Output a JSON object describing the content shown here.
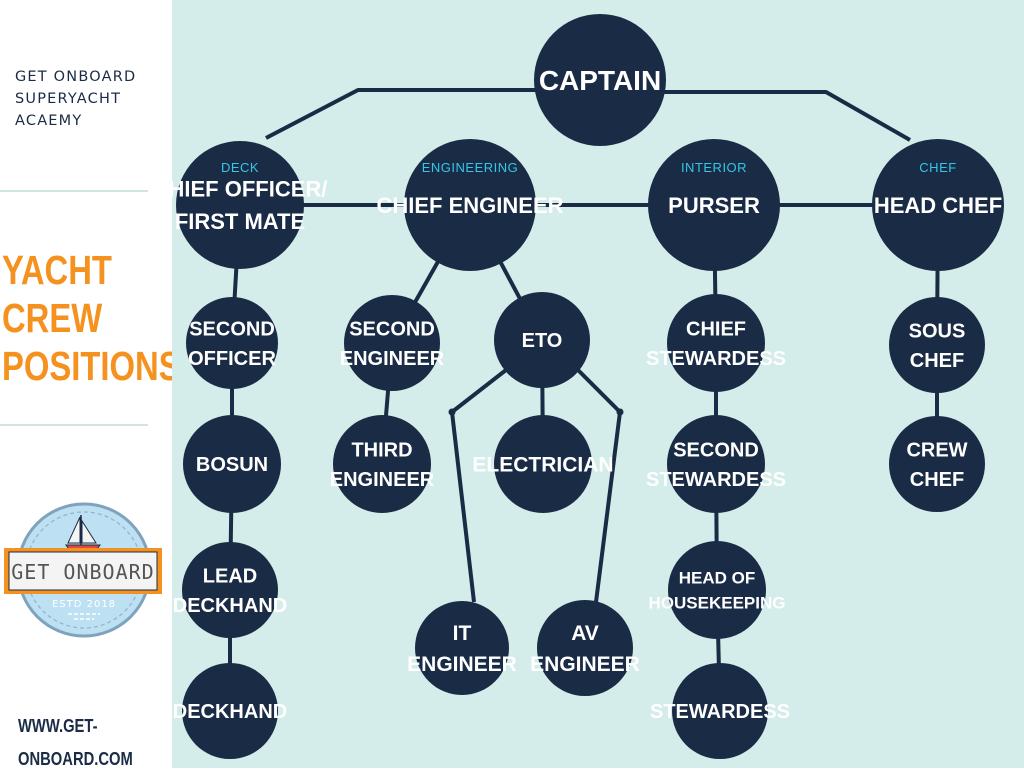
{
  "sidebar": {
    "academy_lines": [
      "GET ONBOARD",
      "SUPERYACHT",
      "ACAEMY"
    ],
    "headline_lines": [
      "YACHT",
      "CREW",
      "POSITIONS"
    ],
    "website_lines": [
      "WWW.GET-",
      "ONBOARD.COM"
    ],
    "logo": {
      "brand": "GET ONBOARD",
      "established": "ESTD 2018",
      "icon": "sailboat-icon"
    }
  },
  "colors": {
    "node": "#1a2b45",
    "accent": "#f5911e",
    "department": "#35c6e8",
    "background": "#d4ecea"
  },
  "nodes": [
    {
      "id": "captain",
      "lines": [
        "CAPTAIN"
      ]
    },
    {
      "id": "chief-officer",
      "department": "DECK",
      "lines": [
        "CHIEF OFFICER/",
        "FIRST MATE"
      ]
    },
    {
      "id": "chief-engineer",
      "department": "ENGINEERING",
      "lines": [
        "CHIEF ENGINEER"
      ]
    },
    {
      "id": "purser",
      "department": "INTERIOR",
      "lines": [
        "PURSER"
      ]
    },
    {
      "id": "head-chef",
      "department": "CHEF",
      "lines": [
        "HEAD CHEF"
      ]
    },
    {
      "id": "second-officer",
      "lines": [
        "SECOND",
        "OFFICER"
      ]
    },
    {
      "id": "bosun",
      "lines": [
        "BOSUN"
      ]
    },
    {
      "id": "lead-deckhand",
      "lines": [
        "LEAD",
        "DECKHAND"
      ]
    },
    {
      "id": "deckhand",
      "lines": [
        "DECKHAND"
      ]
    },
    {
      "id": "second-engineer",
      "lines": [
        "SECOND",
        "ENGINEER"
      ]
    },
    {
      "id": "third-engineer",
      "lines": [
        "THIRD",
        "ENGINEER"
      ]
    },
    {
      "id": "eto",
      "lines": [
        "ETO"
      ]
    },
    {
      "id": "electrician",
      "lines": [
        "ELECTRICIAN"
      ]
    },
    {
      "id": "it-engineer",
      "lines": [
        "IT",
        "ENGINEER"
      ]
    },
    {
      "id": "av-engineer",
      "lines": [
        "AV",
        "ENGINEER"
      ]
    },
    {
      "id": "chief-stewardess",
      "lines": [
        "CHIEF",
        "STEWARDESS"
      ]
    },
    {
      "id": "second-stewardess",
      "lines": [
        "SECOND",
        "STEWARDESS"
      ]
    },
    {
      "id": "head-of-housekeeping",
      "lines": [
        "HEAD OF",
        "HOUSEKEEPING"
      ]
    },
    {
      "id": "stewardess",
      "lines": [
        "STEWARDESS"
      ]
    },
    {
      "id": "sous-chef",
      "lines": [
        "SOUS",
        "CHEF"
      ]
    },
    {
      "id": "crew-chef",
      "lines": [
        "CREW",
        "CHEF"
      ]
    }
  ],
  "links": [
    [
      "captain",
      "chief-officer"
    ],
    [
      "captain",
      "head-chef"
    ],
    [
      "chief-officer",
      "chief-engineer"
    ],
    [
      "chief-engineer",
      "purser"
    ],
    [
      "purser",
      "head-chef"
    ],
    [
      "chief-officer",
      "second-officer"
    ],
    [
      "second-officer",
      "bosun"
    ],
    [
      "bosun",
      "lead-deckhand"
    ],
    [
      "lead-deckhand",
      "deckhand"
    ],
    [
      "chief-engineer",
      "second-engineer"
    ],
    [
      "second-engineer",
      "third-engineer"
    ],
    [
      "chief-engineer",
      "eto"
    ],
    [
      "eto",
      "electrician"
    ],
    [
      "eto",
      "it-engineer"
    ],
    [
      "eto",
      "av-engineer"
    ],
    [
      "purser",
      "chief-stewardess"
    ],
    [
      "chief-stewardess",
      "second-stewardess"
    ],
    [
      "second-stewardess",
      "head-of-housekeeping"
    ],
    [
      "head-of-housekeeping",
      "stewardess"
    ],
    [
      "head-chef",
      "sous-chef"
    ],
    [
      "sous-chef",
      "crew-chef"
    ]
  ]
}
